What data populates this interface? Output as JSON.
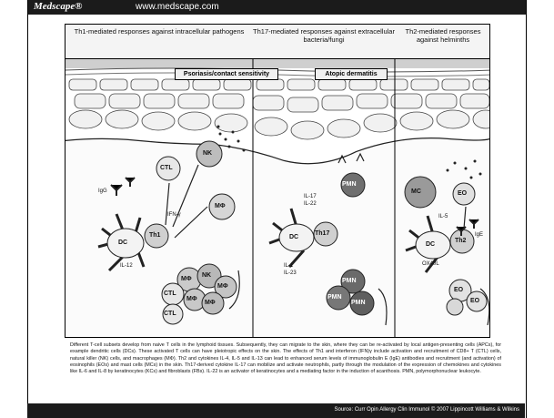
{
  "header": {
    "logo": "Medscape®",
    "url": "www.medscape.com"
  },
  "columns": [
    {
      "title": "Th1-mediated responses against intracellular pathogens"
    },
    {
      "title": "Th17-mediated responses against extracellular bacteria/fungi"
    },
    {
      "title": "Th2-mediated responses against helminths"
    }
  ],
  "conditions": [
    "Psoriasis/contact sensitivity",
    "Atopic dermatitis"
  ],
  "labels": {
    "col1": {
      "ctl": "CTL",
      "nk": "NK",
      "igg": "IgG",
      "ifn": "IFN-γ",
      "dc": "DC",
      "th1": "Th1",
      "il12": "IL-12",
      "mphi": "MΦ",
      "ctl2": "CTL",
      "ctl3": "CTL",
      "nk2": "NK",
      "m1": "MΦ",
      "m2": "MΦ",
      "m3": "MΦ",
      "m4": "MΦ"
    },
    "col2": {
      "il17": "IL-17",
      "il22": "IL-22",
      "dc": "DC",
      "th17": "Th17",
      "il1": "IL-1",
      "il23": "IL-23",
      "pmn": "PMN",
      "pmn2": "PMN",
      "pmn3": "PMN",
      "pmn4": "PMN"
    },
    "col3": {
      "mc": "MC",
      "eo": "EO",
      "il5": "IL-5",
      "ige": "IgE",
      "dc": "DC",
      "th2": "Th2",
      "ox40l": "OX40L",
      "eo2": "EO",
      "eo3": "EO"
    }
  },
  "caption": "Different T-cell subsets develop from naive T cells in the lymphoid tissues. Subsequently, they can migrate to the skin, where they can be re-activated by local antigen-presenting cells (APCs), for example dendritic cells (DCs). These activated T cells can have pleiotropic effects on the skin. The effects of Th1 and interferon (IFN)γ include activation and recruitment of CD8+ T (CTL) cells, natural killer (NK) cells, and macrophages (MΦ). Th2 and cytokines IL-4, IL-5 and IL-13 can lead to enhanced serum levels of immunoglobulin E (IgE) antibodies and recruitment (and activation) of eosinophils (EOs) and mast cells (MCs) in the skin. Th17-derived cytokine IL-17 can mobilize and activate neutrophils, partly through the modulation of the expression of chemokines and cytokines like IL-6 and IL-8 by keratinocytes (KCs) and fibroblasts (FBs). IL-22 is an activator of keratinocytes and a mediating factor in the induction of acanthosis. PMN, polymorphonuclear leukocyte.",
  "source": "Source: Curr Opin Allergy Clin Immunol © 2007 Lippincott Williams & Wilkins"
}
